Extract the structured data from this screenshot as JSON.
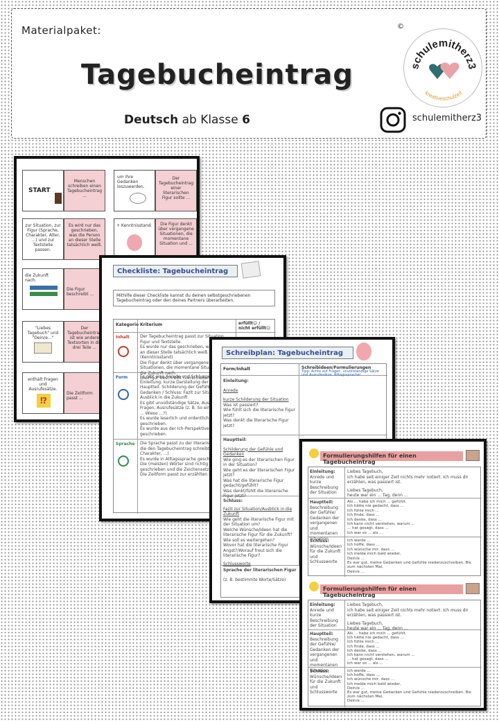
{
  "header": {
    "label": "Materialpaket:",
    "title": "Tagebucheintrag",
    "subtitle_bold": "Deutsch",
    "subtitle_mid": " ab Klasse ",
    "subtitle_grade": "6",
    "copyright": "©",
    "brand": "schulemitherz3",
    "brand_sub": "kreativeschulzeit",
    "instagram_handle": "schulemitherz3"
  },
  "domino": {
    "start": "START",
    "r1_pink": "Menschen schreiben einen Tagebucheintrag ...",
    "r1_w2": "um ihre Gedanken loszuwerden.",
    "r1_pink2": "Der Tagebucheintrag einer literarischen Figur sollte ...",
    "r2_w1": "zur Situation, zur Figur (Sprache, Charakter, Alter, ...) und zur Textstelle passen.",
    "r2_pink": "Es wird nur das geschrieben, was die Person an dieser Stelle tatsächlich weiß.",
    "r2_w2": "+ Kenntnisstand",
    "r2_pink2": "Die Figur denkt über vergangene Situationen, die momentane Situation und ...",
    "r3_w1": "die Zukunft nach.",
    "r3_pink": "Die Figur beschreibt ...",
    "r4_w1": "\"Liebes Tagebuch\" und \"Dein/e...\"",
    "r4_pink": "Der Tagebucheintrag ist wie andere Textsorten in die drei Teile ...",
    "r5_w1": "enthält Fragen und Ausrufesätze.",
    "r5_pink": "Die Zeitform passt ..."
  },
  "checkliste": {
    "title": "Checkliste: Tagebucheintrag",
    "intro": "Mithilfe dieser Checkliste kannst du deinen selbstgeschriebenen Tagebucheintrag oder den deines Partners überarbeiten.",
    "col_kategorie": "Kategorie",
    "col_kriterium": "Kriterium",
    "col_status": "erfüllt☺ / nicht erfüllt☹",
    "cat_inhalt": "Inhalt",
    "cat_form": "Form",
    "cat_sprache": "Sprache",
    "inhalt_items": [
      "Der Tagebucheintrag passt zur Situation, Figur und Textstelle.",
      "Es wurde nur das geschrieben, was die Figur an dieser Stelle tatsächlich weiß. (Kenntnisstand)",
      "Die Figur denkt über vergangene Situationen, die momentane Situation und die Zukunft nach.",
      "Die Figur beschreibt (verschiedene) Gefühle."
    ],
    "form_items": [
      "Es gibt eine Anrede und Schlussworte.",
      "Einleitung: kurze Darstellung der Situation / Hauptteil: Schilderung der Gefühle und Gedanken / Schluss: Fazit zur Situation oder Ausblick in die Zukunft",
      "Es gibt unvollständige Sätze, Auslassungen, Fragen, Ausrufesätze (z. B. So ein gemeiner ... Wieso ...?)",
      "Es wurde leserlich und ordentlich geschrieben.",
      "Es wurde aus der Ich-Perspektive geschrieben."
    ],
    "sprache_items": [
      "Die Sprache passt zu der literarischen Figur, die den Tagebucheintrag schreibt. (Alter, Charakter, ...)",
      "Es wurde in Alltagssprache geschrieben.",
      "Die (meisten) Wörter sind richtig geschrieben und die Zeichensetzung stimmt.",
      "Die Zeitform passt zur erzählten Situation."
    ]
  },
  "schreibplan": {
    "title": "Schreibplan: Tagebucheintrag",
    "col_form": "Form/Inhalt",
    "col_ideen": "Schreibideen/Formulierungen",
    "tipp": "Tipp: Achte auf Fragen, unvollständige Sätze und Ausrufesätze, Alltagssprache!",
    "einleitung": "Einleitung:",
    "anrede": "Anrede",
    "einl_lead": "kurze Schilderung der Situation",
    "einl_items": [
      "Was ist passiert?",
      "Wie fühlt sich die literarische Figur jetzt?",
      "Was denkt die literarische Figur jetzt?"
    ],
    "hauptteil": "Hauptteil:",
    "haupt_lead": "Schilderung der Gefühle und Gedanken",
    "haupt_items": [
      "Wie ging es der literarischen Figur in der Situation?",
      "Wie geht es der literarischen Figur jetzt?",
      "Was hat die literarische Figur gedacht/gefühlt?",
      "Was denkt/fühlt die literarische Figur jetzt?"
    ],
    "schluss": "Schluss:",
    "schluss_lead": "Fazit zur Situation/Ausblick in die Zukunft",
    "schluss_items": [
      "Wie geht die literarische Figur mit der Situation um?",
      "Welche Wünsche/Ideen hat die literarische Figur für die Zukunft?",
      "Wie soll es weitergehen?",
      "Wovor hat die literarische Figur Angst?/Worauf freut sich die literarische Figur?"
    ],
    "schlussworte": "Schlussworte",
    "sprache": "Sprache der literarischen Figur",
    "sprache_hint": "(z. B. bestimmte Worte/Sätze)"
  },
  "formulierung": {
    "title": "Formulierungshilfen für einen Tagebucheintrag",
    "einleitung": "Einleitung:",
    "einleitung_desc": "Anrede und kurze Beschreibung der Situation",
    "einleitung_text": [
      "Liebes Tagebuch,",
      "ich habe seit einiger Zeit nichts mehr notiert. Ich muss dir erzählen, was passiert ist.",
      "Liebes Tagebuch,",
      "heute war ein ... Tag, denn ..."
    ],
    "hauptteil": "Hauptteil:",
    "hauptteil_desc": "Beschreibung der Gefühle/ Gedanken der vergangenen und momentanen Situation",
    "hauptteil_text": [
      "Als ... habe ich mich ... gefühlt.",
      "Ich hätte nie gedacht, dass ...",
      "Ich fühle mich ...",
      "Ich finde, dass ...",
      "Ich denke, dass ...",
      "Ich kann nicht verstehen, warum ...",
      "... hat gesagt, dass ...",
      "Ich war so ... als ..."
    ],
    "schluss": "Schluss:",
    "schluss_desc": "Wünsche/Ideen für die Zukunft und Schlussworte",
    "schluss_text": [
      "Ich werde ...",
      "Ich hoffe, dass ...",
      "Ich wünsche mir, dass ...",
      "Ich melde mich bald wieder,",
      "Dein/e ...",
      "Es war gut, meine Gedanken und Gefühle niederzuschreiben. Bis zum nächsten Mal,",
      "Dein/e ..."
    ],
    "watermark": "©schulemitherz3"
  }
}
